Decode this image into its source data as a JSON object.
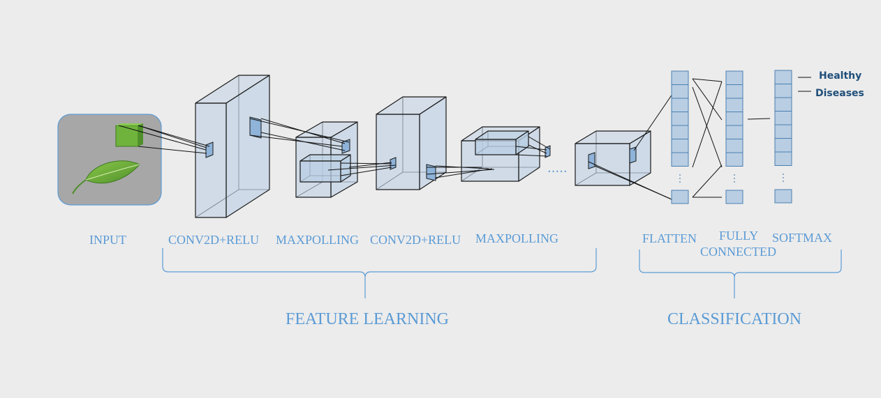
{
  "labels": {
    "input": "INPUT",
    "conv1": "CONV2D+RELU",
    "pool1": "MAXPOLLING",
    "conv2": "CONV2D+RELU",
    "pool2": "MAXPOLLING",
    "flatten": "FLATTEN",
    "fully_line1": "FULLY",
    "fully_line2": "CONNECTED",
    "softmax": "SOFTMAX"
  },
  "sections": {
    "feature_learning": "FEATURE LEARNING",
    "classification": "CLASSIFICATION"
  },
  "outputs": {
    "healthy": "Healthy",
    "diseases": "Diseases"
  },
  "ellipsis": ".....",
  "colors": {
    "background": "#ececec",
    "box_face": "#b9cee3",
    "box_stroke": "#1a1a1a",
    "label": "#5b9bd5",
    "output_label": "#1f4e79",
    "leaf": "#6fb33c"
  }
}
